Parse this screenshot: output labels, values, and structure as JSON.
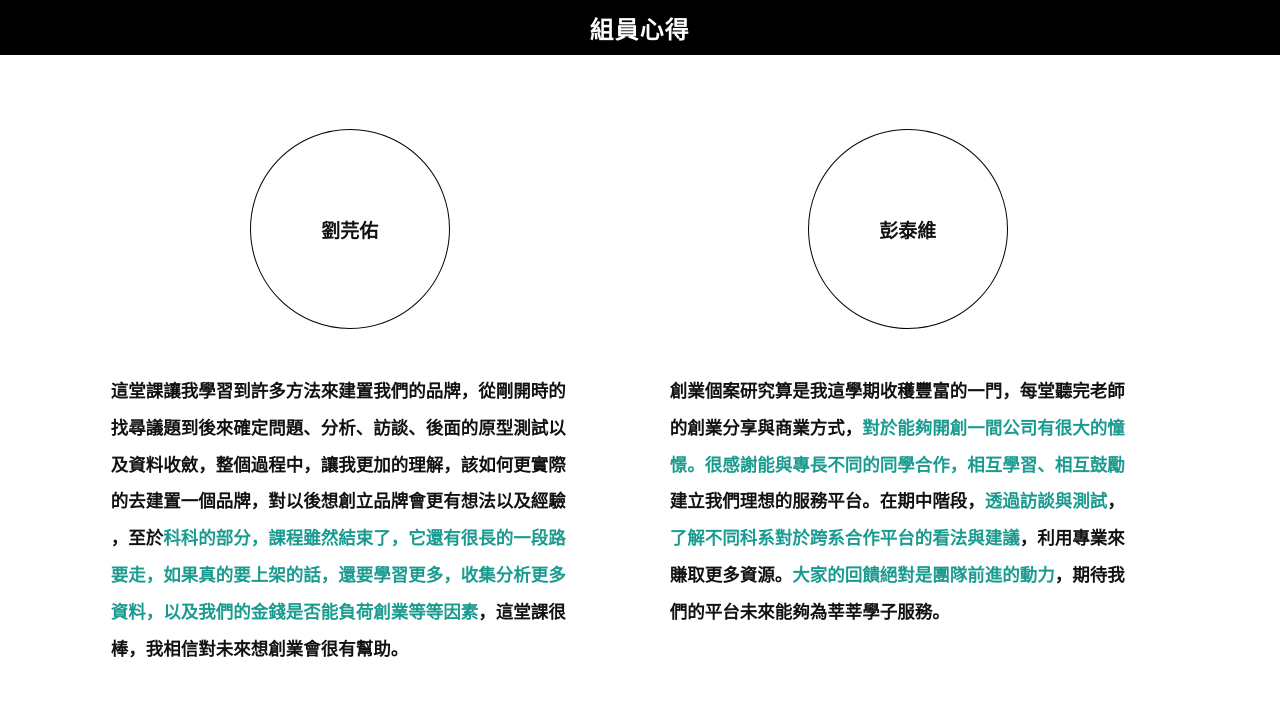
{
  "header": {
    "title": "組員心得"
  },
  "colors": {
    "header_bg": "#000000",
    "header_text": "#ffffff",
    "body_text": "#111111",
    "highlight": "#1a9b8f"
  },
  "members": [
    {
      "name": "劉芫佑",
      "essay_lines": [
        [
          {
            "t": "這堂課讓我學習到許多方法來建置我們的品牌，從剛開時的",
            "hl": false
          }
        ],
        [
          {
            "t": "找尋議題到後來確定問題、分析、訪談、後面的原型測試以",
            "hl": false
          }
        ],
        [
          {
            "t": "及資料收斂，整個過程中，讓我更加的理解，該如何更實際",
            "hl": false
          }
        ],
        [
          {
            "t": "的去建置一個品牌，對以後想創立品牌會更有想法以及經驗",
            "hl": false
          }
        ],
        [
          {
            "t": "，至於",
            "hl": false
          },
          {
            "t": "科科的部分，課程雖然結束了，它還有很長的一段路",
            "hl": true
          }
        ],
        [
          {
            "t": "要走，如果真的要上架的話，還要學習更多，收集分析更多",
            "hl": true
          }
        ],
        [
          {
            "t": "資料，以及我們的金錢是否能負荷創業等等因素",
            "hl": true
          },
          {
            "t": "，這堂課很",
            "hl": false
          }
        ],
        [
          {
            "t": "棒，我相信對未來想創業會很有幫助。",
            "hl": false
          }
        ]
      ]
    },
    {
      "name": "彭泰維",
      "essay_lines": [
        [
          {
            "t": "創業個案研究算是我這學期收穫豐富的一門，每堂聽完老師",
            "hl": false
          }
        ],
        [
          {
            "t": "的創業分享與商業方式，",
            "hl": false
          },
          {
            "t": "對於能夠開創一間公司有很大的憧",
            "hl": true
          }
        ],
        [
          {
            "t": "憬。很感謝能與專長不同的同學合作，相互學習、相互鼓勵",
            "hl": true
          }
        ],
        [
          {
            "t": "建立我們理想的服務平台。在期中階段，",
            "hl": false
          },
          {
            "t": "透過訪談與測試",
            "hl": true
          },
          {
            "t": "，",
            "hl": false
          }
        ],
        [
          {
            "t": "了解不同科系對於跨系合作平台的看法與建議",
            "hl": true
          },
          {
            "t": "，利用專業來",
            "hl": false
          }
        ],
        [
          {
            "t": "賺取更多資源。",
            "hl": false
          },
          {
            "t": "大家的回饋絕對是團隊前進的動力",
            "hl": true
          },
          {
            "t": "，期待我",
            "hl": false
          }
        ],
        [
          {
            "t": "們的平台未來能夠為莘莘學子服務。",
            "hl": false
          }
        ]
      ]
    }
  ]
}
